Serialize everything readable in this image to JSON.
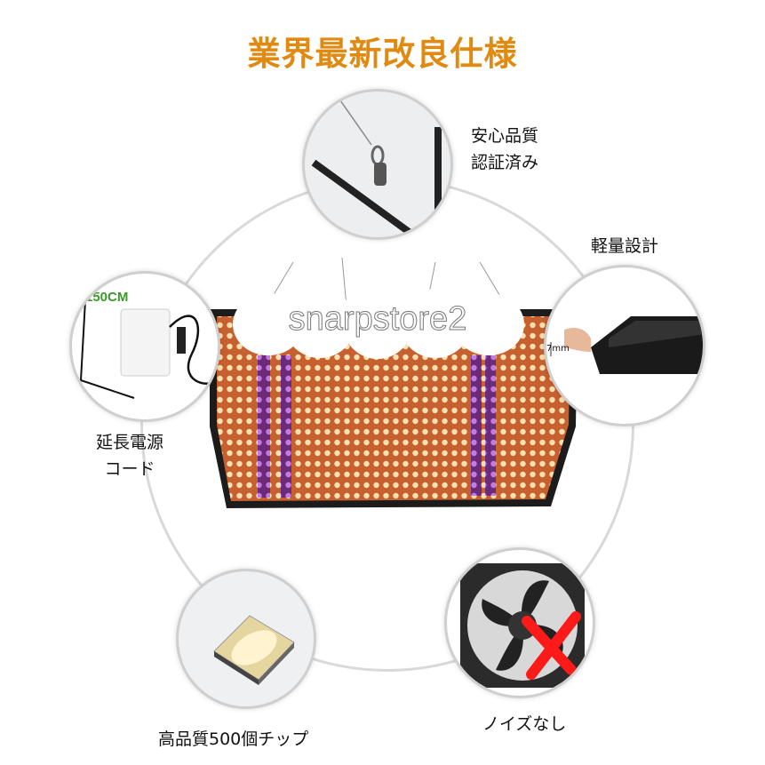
{
  "title": "業界最新改良仕様",
  "colors": {
    "title": "#e08a12",
    "panel_frame": "#2a2a2a",
    "led_warm": "#ffd9a6",
    "led_red": "#ff7a55",
    "led_purple": "#b45bd8",
    "badge_green": "#3a9a2a"
  },
  "features": {
    "quality": {
      "line1": "安心品質",
      "line2": "認証済み"
    },
    "light": {
      "label": "軽量設計",
      "thickness": "7mm"
    },
    "cord": {
      "line1": "延長電源",
      "line2": "コード",
      "length": "150CM"
    },
    "chips": {
      "label": "高品質500個チップ"
    },
    "fan": {
      "label": "ノイズなし"
    }
  },
  "watermark": "snarpstore2"
}
